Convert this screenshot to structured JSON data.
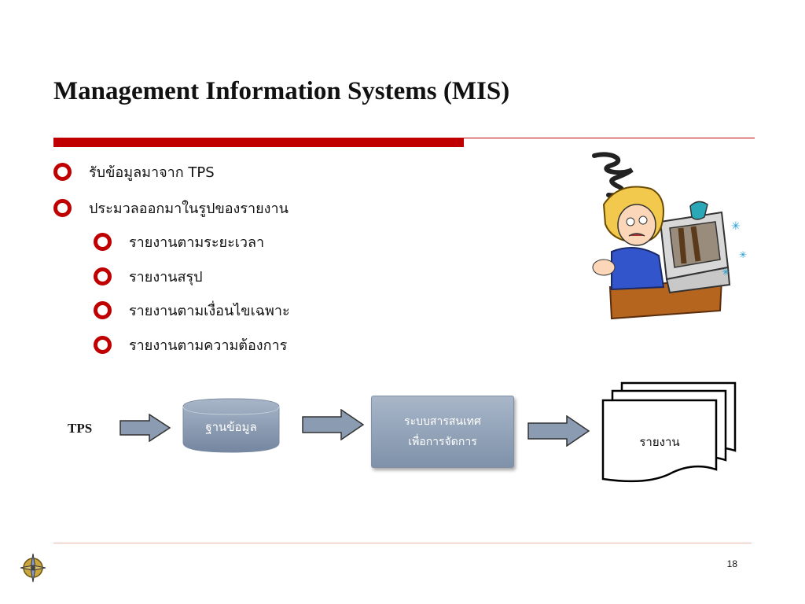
{
  "title": "Management Information Systems (MIS)",
  "bullets": [
    {
      "text": "รับข้อมูลมาจาก TPS",
      "level": 1
    },
    {
      "text": "ประมวลออกมาในรูปของรายงาน",
      "level": 1
    },
    {
      "text": "รายงานตามระยะเวลา",
      "level": 2
    },
    {
      "text": "รายงานสรุป",
      "level": 2
    },
    {
      "text": "รายงานตามเงื่อนไขเฉพาะ",
      "level": 2
    },
    {
      "text": "รายงานตามความต้องการ",
      "level": 2
    }
  ],
  "diagram": {
    "source": "TPS",
    "database": "ฐานข้อมูล",
    "mis_line1": "ระบบสารสนเทศ",
    "mis_line2": "เพื่อการจัดการ",
    "report": "รายงาน"
  },
  "page_number": "18",
  "colors": {
    "accent": "#c00000",
    "box": "#8a9bb2"
  },
  "clipart_icon": "frustrated-computer-user-icon",
  "logo_icon": "compass-logo-icon"
}
